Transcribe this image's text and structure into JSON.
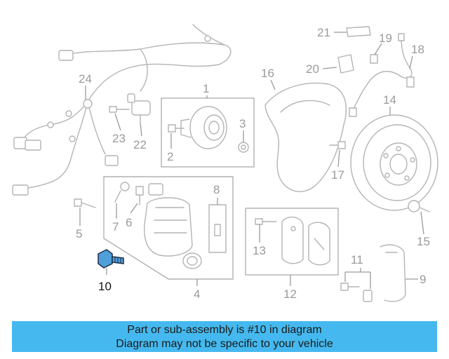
{
  "callouts": {
    "c1": "1",
    "c2": "2",
    "c3": "3",
    "c4": "4",
    "c5": "5",
    "c6": "6",
    "c7": "7",
    "c8": "8",
    "c9": "9",
    "c10": "10",
    "c11": "11",
    "c12": "12",
    "c13": "13",
    "c14": "14",
    "c15": "15",
    "c16": "16",
    "c17": "17",
    "c18": "18",
    "c19": "19",
    "c20": "20",
    "c21": "21",
    "c22": "22",
    "c23": "23",
    "c24": "24"
  },
  "highlight": {
    "color": "#111111",
    "bolt_fill": "#4f9fd8"
  },
  "caption": {
    "line1": "Part or sub-assembly is #10 in diagram",
    "line2": "Diagram may not be specific to your vehicle",
    "background": "#45b9ef"
  }
}
